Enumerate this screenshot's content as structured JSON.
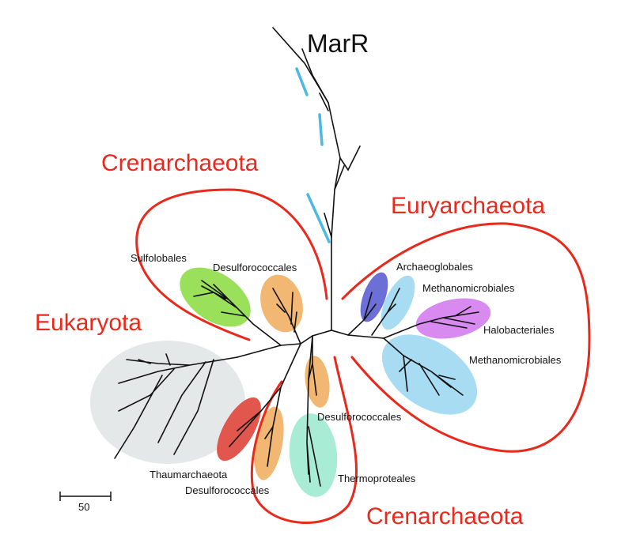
{
  "figure": {
    "title": "MarR",
    "groups": {
      "cren_top": "Crenarchaeota",
      "eury": "Euryarchaeota",
      "euk": "Eukaryota",
      "cren_bottom": "Crenarchaeota"
    },
    "clades": {
      "sulfolobales": "Sulfolobales",
      "desulfo_top": "Desulforococcales",
      "archaeoglobales": "Archaeoglobales",
      "methanomicrobiales_top": "Methanomicrobiales",
      "halobacteriales": "Halobacteriales",
      "methanomicrobiales_bottom": "Methanomicrobiales",
      "desulfo_mid": "Desulforococcales",
      "thaumarchaeota": "Thaumarchaeota",
      "desulfo_bottom": "Desulforococcales",
      "thermoproteales": "Thermoproteales"
    },
    "scale_bar": {
      "label": "50"
    }
  },
  "colors": {
    "group_outline": "#e8291c",
    "highlight_branch": "#4ab9e3",
    "sulfolobales": "#9be05a",
    "desulforococcales": "#f3b774",
    "archaeoglobales": "#6b6fd6",
    "methanomicrobiales": "#a7dcf3",
    "halobacteriales": "#d98af0",
    "thaumarchaeota": "#e2574d",
    "thermoproteales": "#a8ecd6",
    "eukaryota": "#e4e8e8"
  }
}
